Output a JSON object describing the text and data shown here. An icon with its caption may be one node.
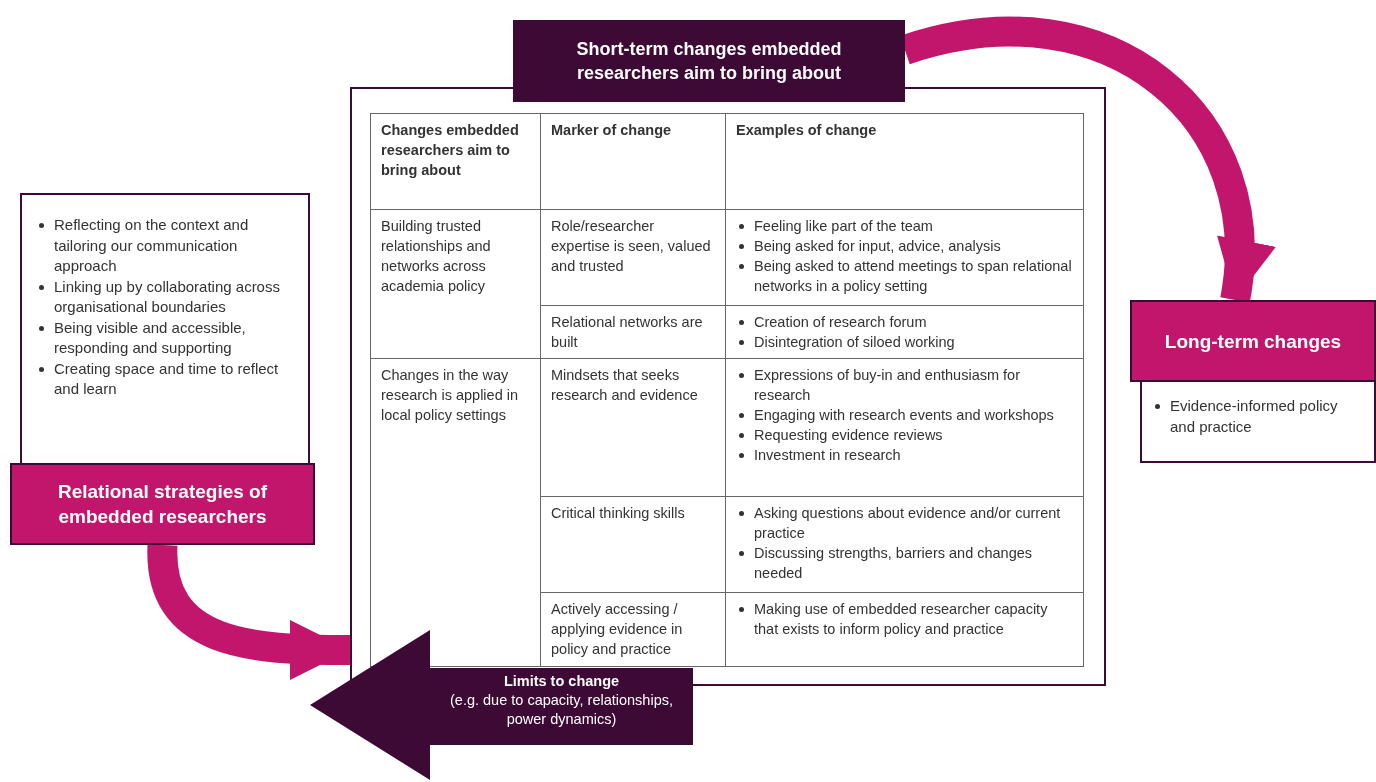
{
  "diagram": {
    "nodes": [
      {
        "text": [
          "Reflecting on the context and tailoring our communication approach",
          "Linking up by collaborating across organisational boundaries",
          "Being visible and accessible, responding and supporting",
          "Creating space and time to reflect and learn",
          "Relational strategies of embedded researchers"
        ]
      },
      {
        "text": [
          "Short-term changes embedded researchers aim to bring about"
        ]
      },
      {
        "text": [
          "Long-term changes",
          "Evidence-informed policy and practice"
        ]
      },
      {
        "text": [
          "Limits to change",
          "(e.g. due to capacity, relationships, power dynamics)"
        ]
      }
    ],
    "edges": [
      {
        "from": 0,
        "to": 1,
        "arrow": "to"
      },
      {
        "from": 1,
        "to": 2,
        "arrow": "to"
      }
    ],
    "labels": [
      "Changes embedded researchers aim to bring about",
      "Marker of change",
      "Examples of change",
      "Building trusted relationships and networks across academia policy",
      "Role/researcher expertise is seen, valued and trusted",
      "Feeling like part of the team",
      "Being asked for input, advice, analysis",
      "Being asked to attend meetings to span relational networks in a policy setting",
      "Relational networks are built",
      "Creation of research forum",
      "Disintegration of siloed working",
      "Changes in the way research is applied in local policy settings",
      "Mindsets that seeks research and evidence",
      "Expressions of buy-in and enthusiasm for research",
      "Engaging with research events and workshops",
      "Requesting evidence reviews",
      "Investment in research",
      "Critical thinking skills",
      "Asking questions about evidence and/or current practice",
      "Discussing strengths, barriers and changes needed",
      "Actively accessing / applying evidence in policy and practice",
      "Making use of embedded researcher capacity that exists to inform policy and practice"
    ]
  }
}
